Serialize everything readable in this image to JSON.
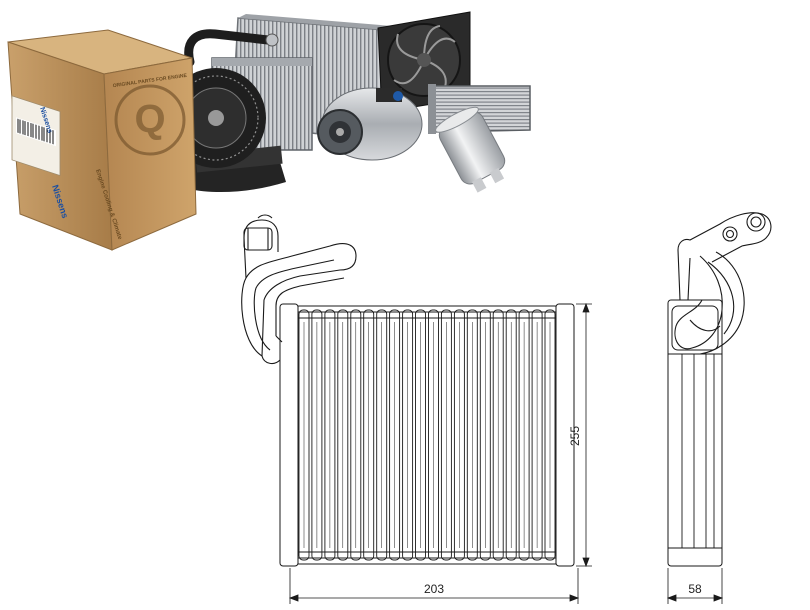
{
  "product_photo": {
    "box": {
      "brand_label_1": "Nissens",
      "brand_label_2": "Nissens",
      "tagline": "Engine Cooling & Climate",
      "ring_text": "ORIGINAL PARTS FOR ENGINE"
    }
  },
  "drawing": {
    "width_dim": "203",
    "height_dim": "255",
    "depth_dim": "58"
  },
  "colors": {
    "line": "#1a1a1a",
    "cardboard": "#c59a63",
    "cardboard_dark": "#9c7443",
    "metal": "#b9bcc0",
    "metal_dark": "#6e7277",
    "black": "#1d1d1d"
  }
}
